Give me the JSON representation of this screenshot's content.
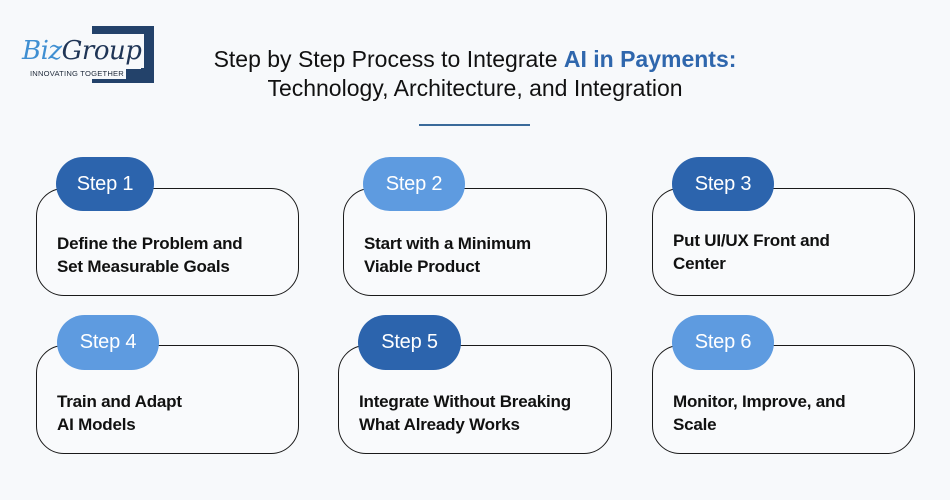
{
  "logo": {
    "brand_part1": "Biz",
    "brand_part2": "Group",
    "tagline": "INNOVATING TOGETHER"
  },
  "title": {
    "line1_prefix": "Step by Step Process to Integrate ",
    "line1_highlight": "AI in Payments:",
    "line2": "Technology, Architecture, and Integration"
  },
  "colors": {
    "dark_blue": "#2c64ad",
    "light_blue": "#5e9be0",
    "accent": "#2f67ad",
    "background": "#f7f9fb"
  },
  "steps": [
    {
      "label": "Step 1",
      "line1": "Define the Problem and",
      "line2": "Set Measurable Goals",
      "tone": "dark"
    },
    {
      "label": "Step 2",
      "line1": "Start with a Minimum",
      "line2": "Viable Product",
      "tone": "light"
    },
    {
      "label": "Step 3",
      "line1": "Put UI/UX Front and",
      "line2": "Center",
      "tone": "dark"
    },
    {
      "label": "Step 4",
      "line1": "Train and Adapt",
      "line2": "AI Models",
      "tone": "light"
    },
    {
      "label": "Step 5",
      "line1": "Integrate Without Breaking",
      "line2": "What Already Works",
      "tone": "dark"
    },
    {
      "label": "Step 6",
      "line1": "Monitor, Improve, and",
      "line2": "Scale",
      "tone": "light"
    }
  ]
}
